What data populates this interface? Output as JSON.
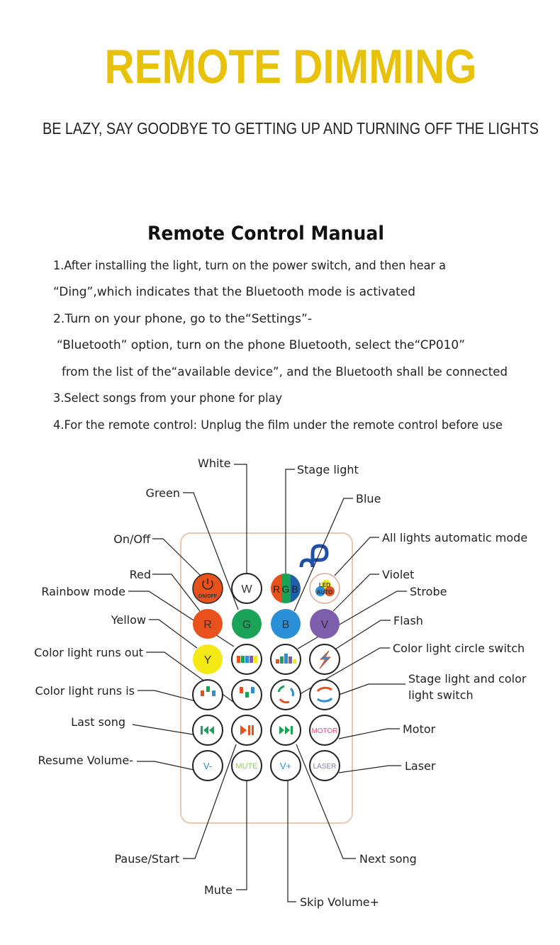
{
  "header": {
    "title": "REMOTE DIMMING",
    "subtitle": "BE LAZY, SAY GOODBYE TO GETTING UP AND TURNING OFF THE LIGHTS",
    "title_color": "#e8c20a"
  },
  "manual": {
    "heading": "Remote Control Manual",
    "lines": [
      "1.After installing the light, turn on the power switch, and then hear a",
      "“Ding”,which  indicates that the Bluetooth mode is activated",
      "2.Turn on your phone, go to the“Settings”-",
      "“Bluetooth” option, turn on the phone Bluetooth, select the“CP010”",
      "from the list of the“available device”, and the Bluetooth shall be connected",
      "3.Select songs from your phone for play",
      "4.For the remote control: Unplug the film under the remote control before use"
    ]
  },
  "labels": {
    "white": "White",
    "stage_light": "Stage light",
    "green": "Green",
    "blue": "Blue",
    "on_off": "On/Off",
    "auto_mode": "All lights automatic mode",
    "red": "Red",
    "violet": "Violet",
    "rainbow": "Rainbow mode",
    "strobe": "Strobe",
    "yellow": "Yellow",
    "flash": "Flash",
    "runs_out": "Color light runs out",
    "circle_switch": "Color light circle switch",
    "runs_is": "Color light runs is",
    "stage_switch_1": "Stage light and color",
    "stage_switch_2": "light switch",
    "last_song": "Last song",
    "motor": "Motor",
    "resume_volume": "Resume Volume-",
    "laser": "Laser",
    "pause_start": "Pause/Start",
    "next_song": "Next song",
    "mute": "Mute",
    "skip_volume": "Skip Volume+"
  },
  "buttons": {
    "on_off": "ON/OFF",
    "w": "W",
    "r_letter": "R",
    "g_letter": "G",
    "b_letter": "B",
    "led": "LED",
    "auto": "AUTO",
    "r": "R",
    "g": "G",
    "b": "B",
    "v": "V",
    "y": "Y",
    "motor": "MOTOR",
    "v_minus": "V-",
    "mute": "MUTE",
    "v_plus": "V+",
    "laser": "LASER"
  },
  "colors": {
    "orange": "#e8501c",
    "green": "#1aa257",
    "blue": "#2a8fd6",
    "purple": "#7e5fae",
    "yellow": "#f5e915",
    "pink": "#e0508a",
    "light_green": "#8fcf5a",
    "laser_purple": "#8a7ab8",
    "remote_outline": "#e8c9b0",
    "logo": "#1f4fa8"
  }
}
